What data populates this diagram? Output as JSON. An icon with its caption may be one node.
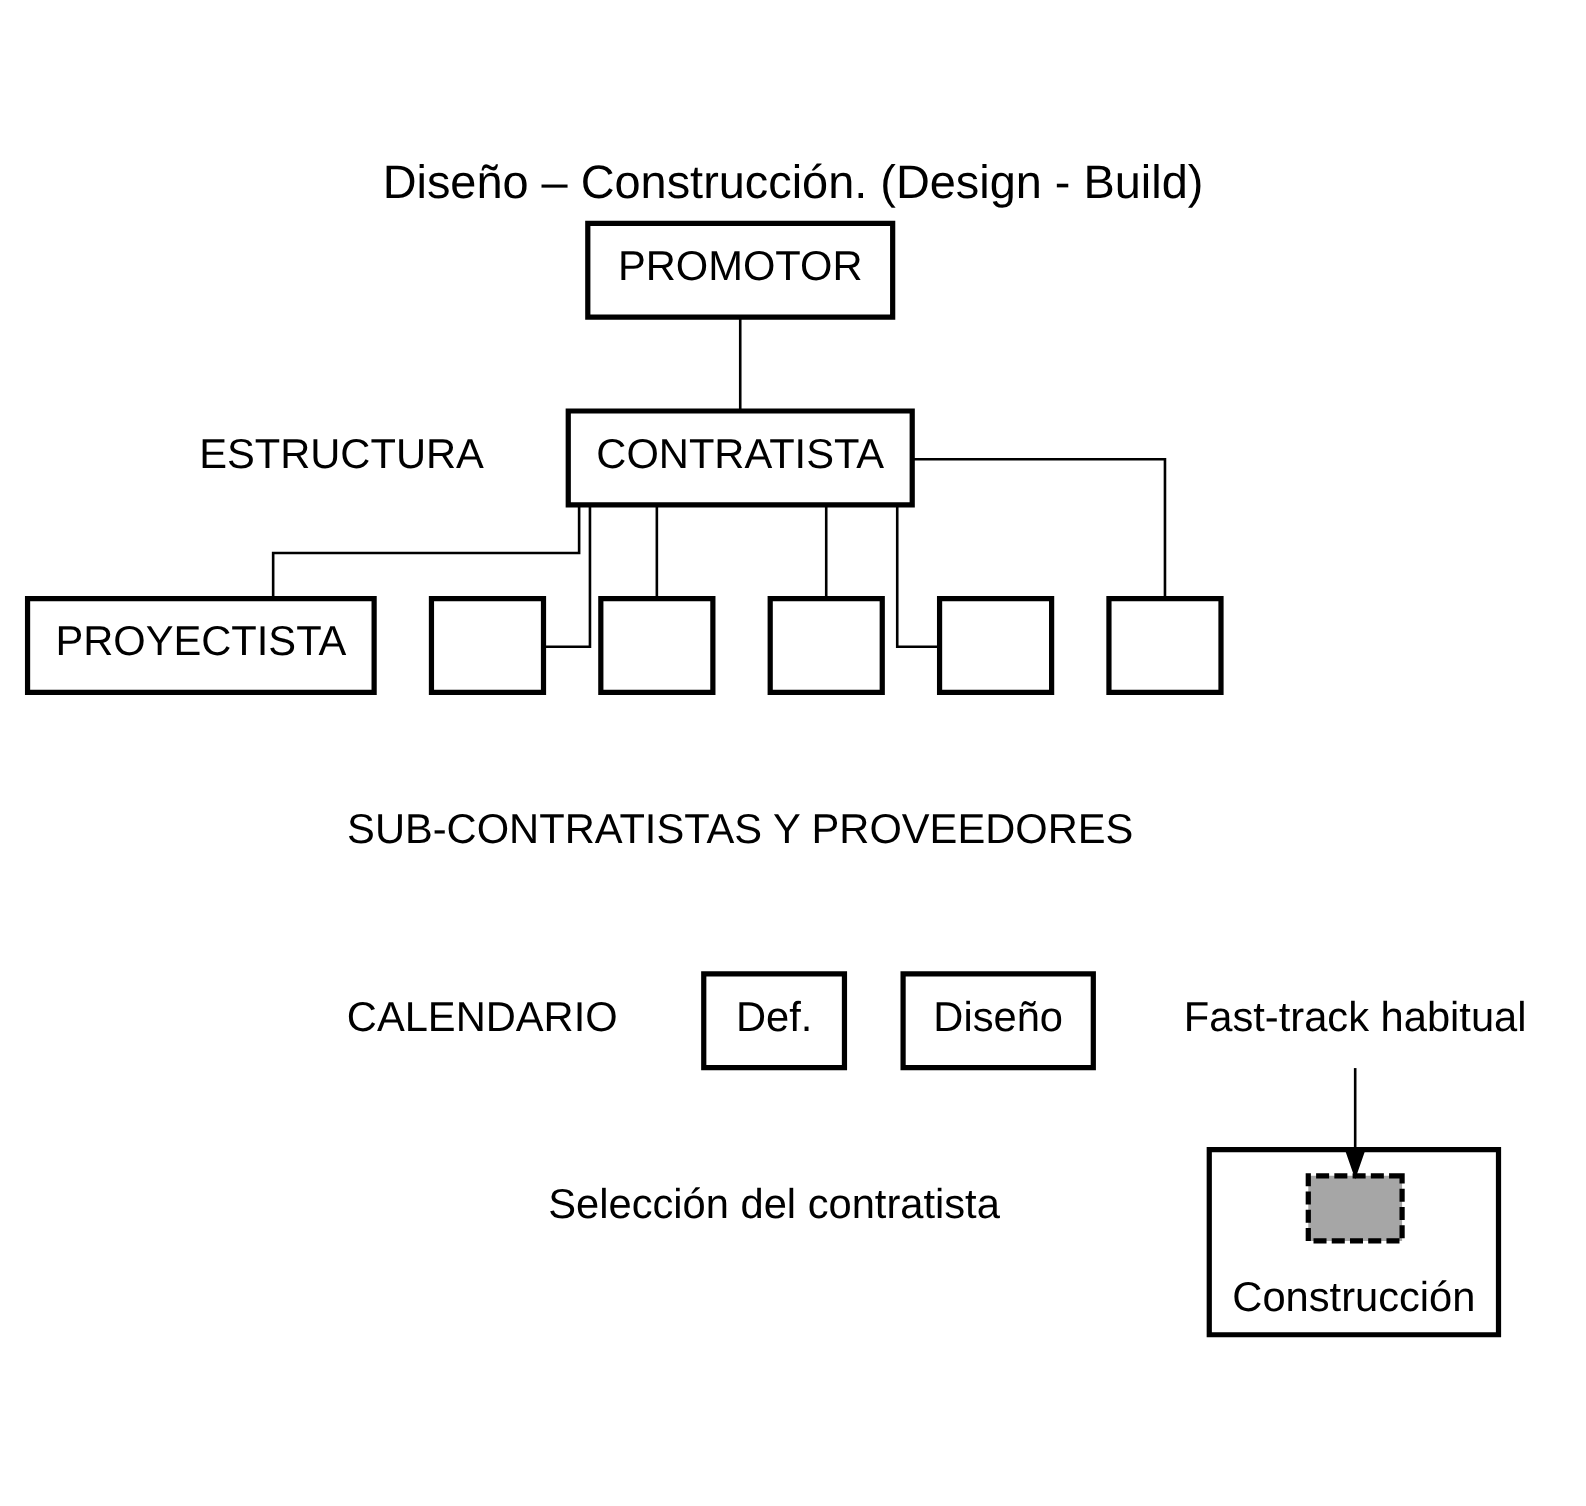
{
  "diagram": {
    "title": "Diseño – Construcción. (Design - Build)",
    "nodes": [
      {
        "text": [
          "PROMOTOR"
        ]
      },
      {
        "text": [
          "CONTRATISTA"
        ]
      },
      {
        "text": [
          "PROYECTISTA"
        ]
      },
      {
        "text": [],
        "shape": "box"
      },
      {
        "text": [],
        "shape": "box"
      },
      {
        "text": [],
        "shape": "box"
      },
      {
        "text": [],
        "shape": "box"
      },
      {
        "text": [],
        "shape": "box"
      },
      {
        "text": [
          "Def."
        ]
      },
      {
        "text": [
          "Diseño"
        ]
      },
      {
        "text": [
          "Construcción"
        ]
      },
      {
        "text": [],
        "shape": "box",
        "in": 10
      },
      {
        "text": [
          "Fast-track habitual"
        ]
      }
    ],
    "edges": [
      {
        "from": 0,
        "to": 1,
        "arrow": "none"
      },
      {
        "from": 1,
        "to": 2,
        "arrow": "none"
      },
      {
        "from": 1,
        "to": 3,
        "arrow": "none"
      },
      {
        "from": 1,
        "to": 4,
        "arrow": "none"
      },
      {
        "from": 1,
        "to": 5,
        "arrow": "none"
      },
      {
        "from": 1,
        "to": 6,
        "arrow": "none"
      },
      {
        "from": 1,
        "to": 7,
        "arrow": "none"
      },
      {
        "from": 12,
        "to": 11,
        "arrow": "to"
      }
    ],
    "labels": [
      "ESTRUCTURA",
      "SUB-CONTRATISTAS Y PROVEEDORES",
      "CALENDARIO",
      "Selección del contratista"
    ]
  }
}
